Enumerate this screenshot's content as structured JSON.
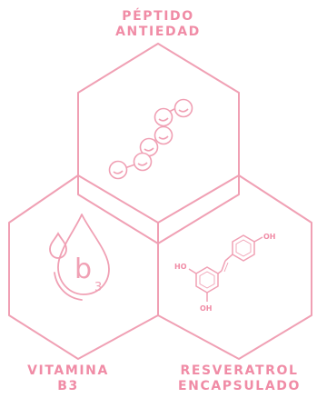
{
  "colors": {
    "accent": "#f0a0b4",
    "label": "#f08ca6",
    "background": "#ffffff"
  },
  "labels": {
    "top": {
      "line1": "PÉPTIDO",
      "line2": "ANTIEDAD"
    },
    "left": {
      "line1": "VITAMINA",
      "line2": "B3"
    },
    "right": {
      "line1": "RESVERATROL",
      "line2": "ENCAPSULADO"
    }
  },
  "icons": {
    "top": "peptide-chain-icon",
    "left": "vitamin-b3-drop-icon",
    "right": "resveratrol-molecule-icon"
  },
  "b3_icon": {
    "letter": "b",
    "subscript": "3"
  },
  "molecule": {
    "oh_top": "OH",
    "oh_left": "HO",
    "oh_bottom": "OH"
  }
}
